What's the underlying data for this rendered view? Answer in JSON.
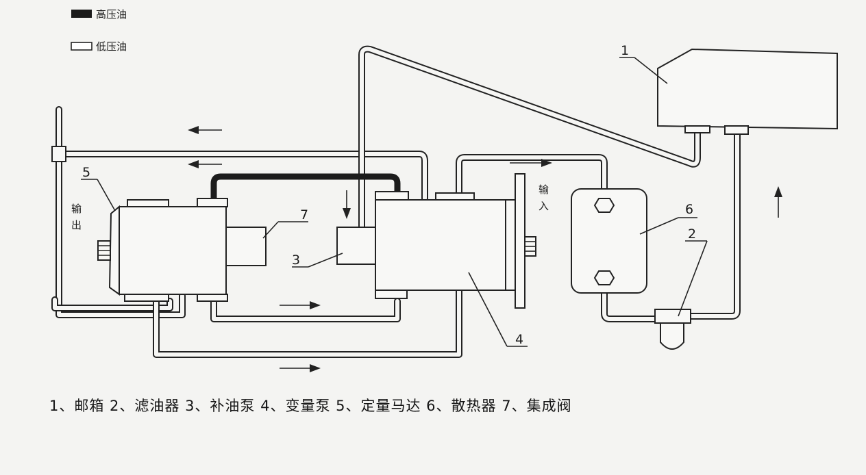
{
  "legend": {
    "high_pressure": "高压油",
    "low_pressure": "低压油"
  },
  "labels": {
    "n1": "1",
    "n2": "2",
    "n3": "3",
    "n4": "4",
    "n5": "5",
    "n6": "6",
    "n7": "7",
    "output_a": "输",
    "output_b": "出",
    "input_a": "输",
    "input_b": "入"
  },
  "caption": "1、邮箱 2、滤油器 3、补油泵 4、变量泵 5、定量马达 6、散热器 7、集成阀"
}
